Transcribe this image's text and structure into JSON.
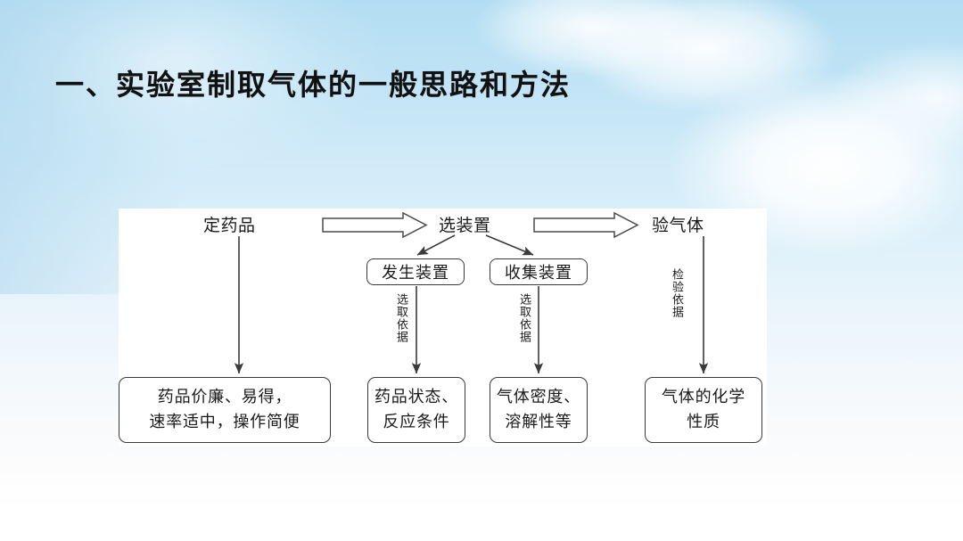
{
  "slide": {
    "title": "一、实验室制取气体的一般思路和方法",
    "background_top_color": "#b3ddf2",
    "background_bottom_color": "#ffffff",
    "panel_color": "#ffffff",
    "line_color": "#3a3a3a"
  },
  "diagram": {
    "stages": [
      {
        "id": "stage-1",
        "label": "定药品"
      },
      {
        "id": "stage-2",
        "label": "选装置"
      },
      {
        "id": "stage-3",
        "label": "验气体"
      }
    ],
    "block_arrows": [
      {
        "id": "arrow-stage1-stage2",
        "from": "定药品",
        "to": "选装置"
      },
      {
        "id": "arrow-stage2-stage3",
        "from": "选装置",
        "to": "验气体"
      }
    ],
    "devices": [
      {
        "id": "device-generator",
        "label": "发生装置"
      },
      {
        "id": "device-collector",
        "label": "收集装置"
      }
    ],
    "edge_labels": [
      {
        "id": "edge-label-generator",
        "text": "选取依据"
      },
      {
        "id": "edge-label-collector",
        "text": "选取依据"
      },
      {
        "id": "edge-label-verify",
        "text": "检验依据"
      }
    ],
    "results": [
      {
        "id": "result-drug",
        "lines": [
          "药品价廉、易得，",
          "速率适中，操作简便"
        ]
      },
      {
        "id": "result-generator",
        "lines": [
          "药品状态、",
          "反应条件"
        ]
      },
      {
        "id": "result-collector",
        "lines": [
          "气体密度、",
          "溶解性等"
        ]
      },
      {
        "id": "result-verify",
        "lines": [
          "气体的化学",
          "性质"
        ]
      }
    ]
  }
}
